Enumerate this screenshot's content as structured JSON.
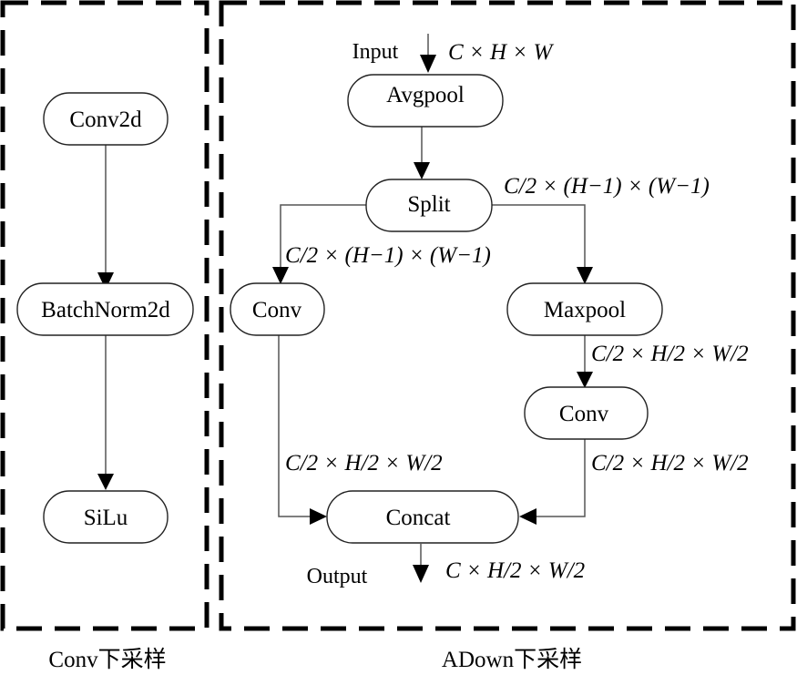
{
  "panels": {
    "conv": {
      "caption": "Conv下采样",
      "nodes": {
        "conv2d": "Conv2d",
        "batchnorm": "BatchNorm2d",
        "silu": "SiLu"
      }
    },
    "adown": {
      "caption": "ADown下采样",
      "input_label": "Input",
      "output_label": "Output",
      "nodes": {
        "avgpool": "Avgpool",
        "split": "Split",
        "conv_left": "Conv",
        "maxpool": "Maxpool",
        "conv_right": "Conv",
        "concat": "Concat"
      },
      "shapes": {
        "input": "C × H × W",
        "split_right": "C/2 × (H−1) × (W−1)",
        "split_left": "C/2 × (H−1) × (W−1)",
        "maxpool_out": "C/2 × H/2 × W/2",
        "conv_left_out": "C/2 × H/2 × W/2",
        "conv_right_out": "C/2 × H/2 × W/2",
        "output": "C × H/2 × W/2"
      }
    }
  }
}
